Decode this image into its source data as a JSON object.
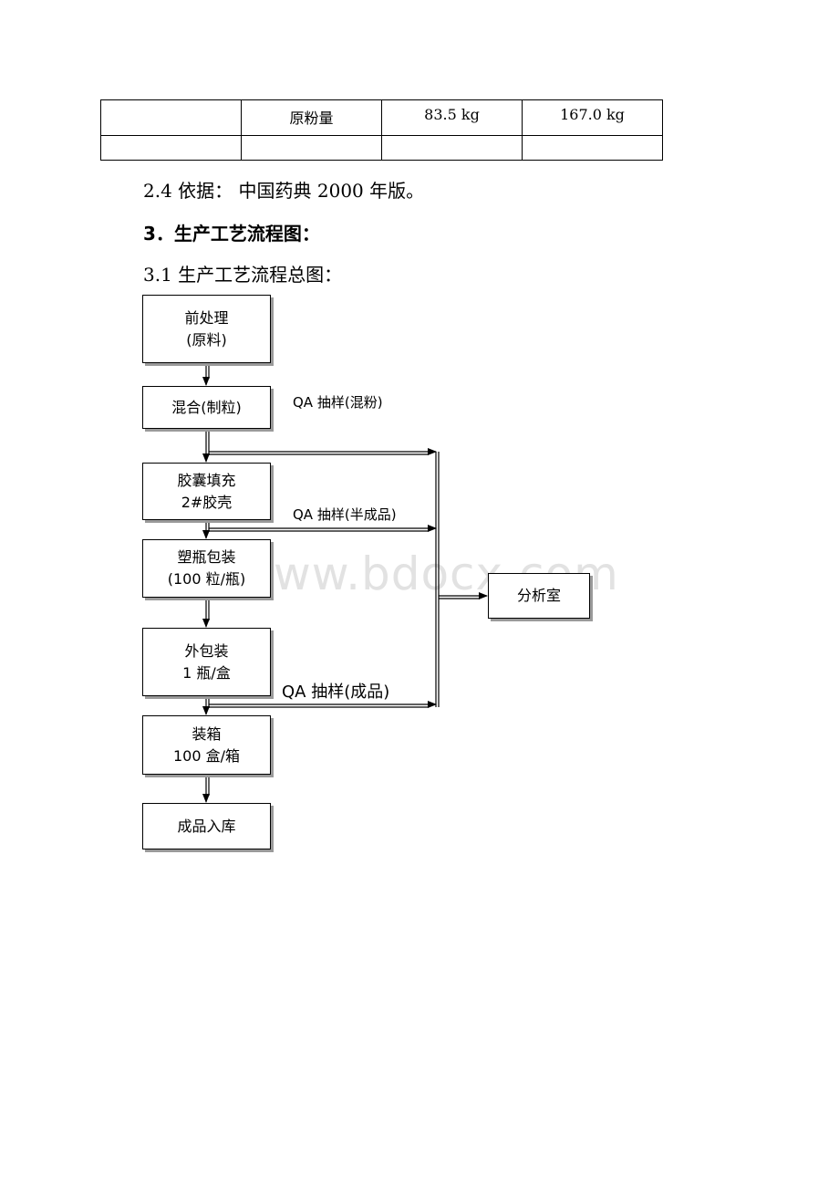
{
  "table": {
    "row1": [
      "",
      "原粉量",
      "83.5 kg",
      "167.0 kg"
    ],
    "row2": [
      "",
      "",
      "",
      ""
    ]
  },
  "paragraphs": {
    "basis": "2.4 依据： 中国药典 2000 年版。",
    "section_heading": "3．生产工艺流程图：",
    "subsection": "3.1 生产工艺流程总图："
  },
  "flowchart": {
    "steps": [
      {
        "line1": "前处理",
        "line2": "(原料)"
      },
      {
        "line1": "混合(制粒)",
        "line2": ""
      },
      {
        "line1": "胶囊填充",
        "line2": "2#胶壳"
      },
      {
        "line1": "塑瓶包装",
        "line2": "(100 粒/瓶)"
      },
      {
        "line1": "外包装",
        "line2": "1 瓶/盒"
      },
      {
        "line1": "装箱",
        "line2": "100 盒/箱"
      },
      {
        "line1": "成品入库",
        "line2": ""
      }
    ],
    "analysis_room": "分析室",
    "sampling": {
      "mixed_powder": "QA 抽样(混粉)",
      "semi_finished": "QA 抽样(半成品)",
      "finished": "QA 抽样(成品)"
    }
  },
  "watermark": "www.bdocx.com"
}
